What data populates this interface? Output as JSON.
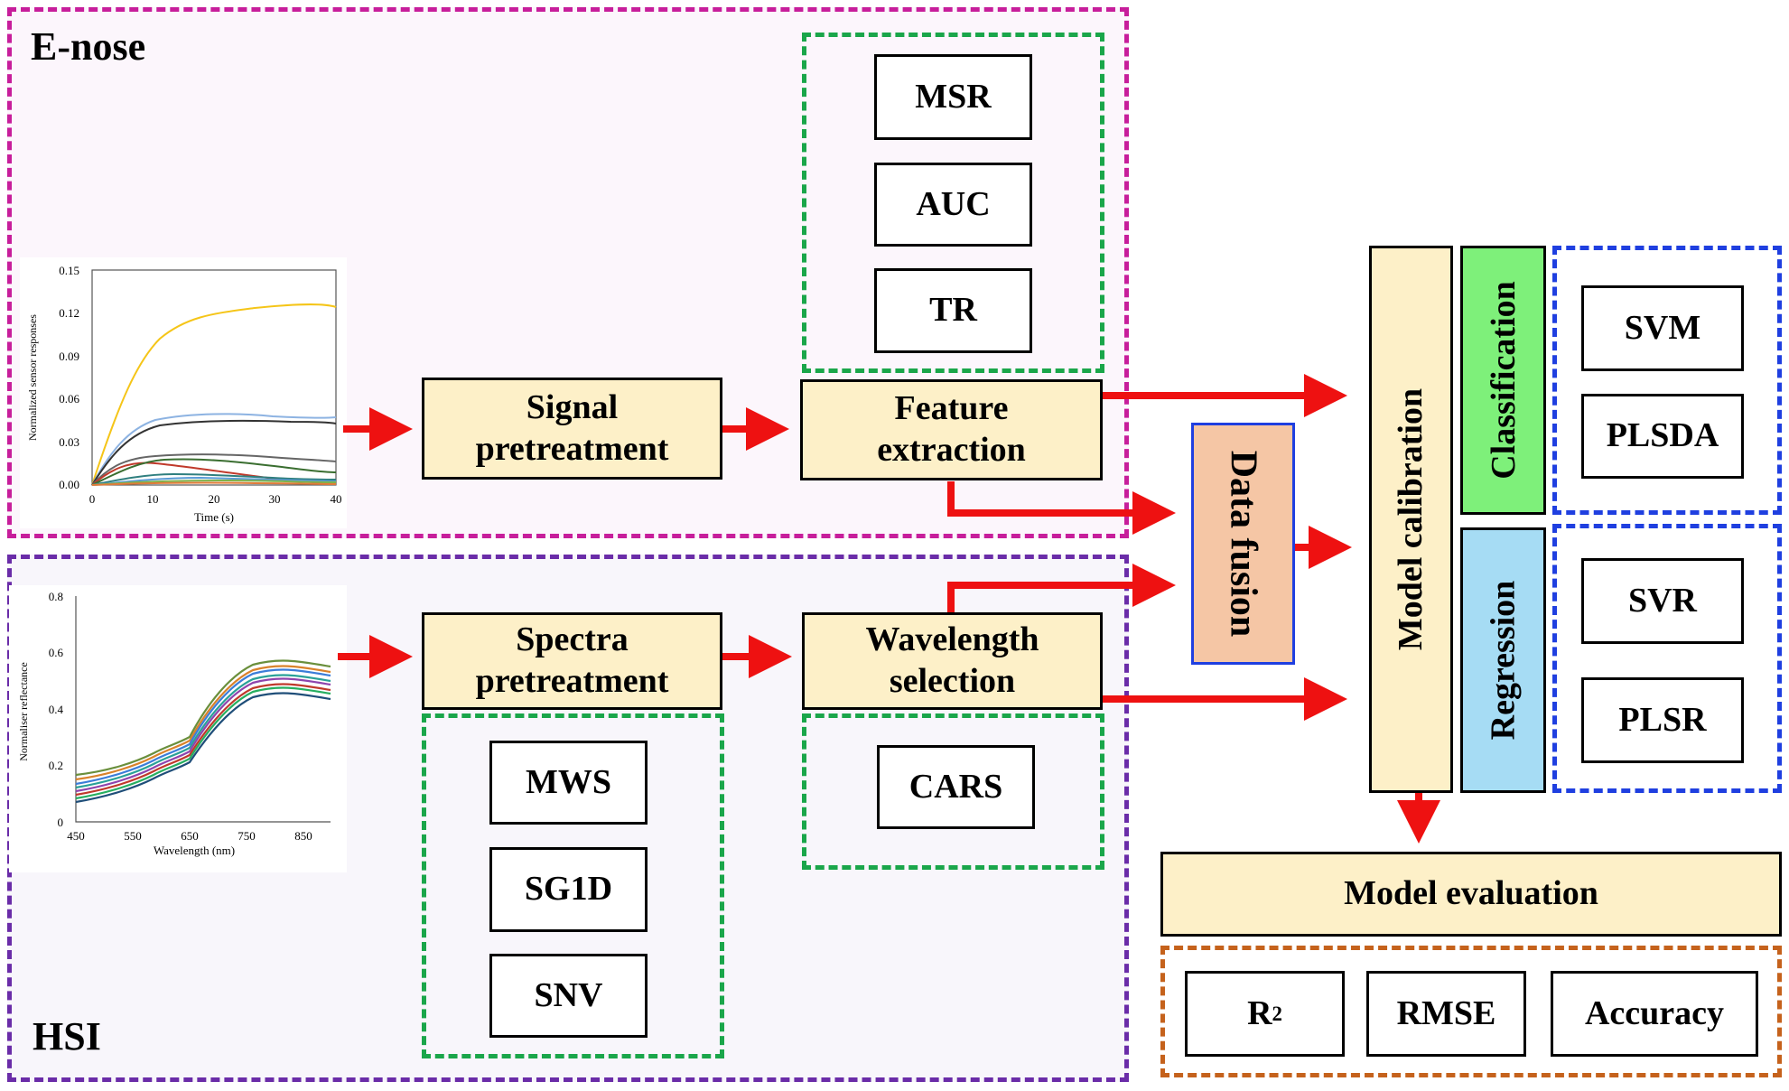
{
  "sections": {
    "enose_label": "E-nose",
    "hsi_label": "HSI"
  },
  "enose_plot": {
    "ylabel": "Normalized sensor responses",
    "xlabel": "Time (s)",
    "yticks": [
      "0.15",
      "0.12",
      "0.09",
      "0.06",
      "0.03",
      "0.00"
    ],
    "xticks": [
      "0",
      "10",
      "20",
      "30",
      "40"
    ]
  },
  "hsi_plot": {
    "ylabel": "Normaliser reflectance",
    "xlabel": "Wavelength (nm)",
    "yticks": [
      "0.8",
      "0.6",
      "0.4",
      "0.2",
      "0"
    ],
    "xticks": [
      "450",
      "550",
      "650",
      "750",
      "850"
    ]
  },
  "enose_flow": {
    "signal_pretreatment": "Signal pretreatment",
    "feature_extraction": "Feature extraction",
    "features": [
      "MSR",
      "AUC",
      "TR"
    ]
  },
  "hsi_flow": {
    "spectra_pretreatment": "Spectra pretreatment",
    "wavelength_selection": "Wavelength selection",
    "pretreatments": [
      "MWS",
      "SG1D",
      "SNV"
    ],
    "selection_methods": [
      "CARS"
    ]
  },
  "fusion": {
    "data_fusion": "Data fusion"
  },
  "modeling": {
    "model_calibration": "Model calibration",
    "classification": "Classification",
    "regression": "Regression",
    "classification_models": [
      "SVM",
      "PLSDA"
    ],
    "regression_models": [
      "SVR",
      "PLSR"
    ],
    "model_evaluation": "Model evaluation",
    "metrics": [
      "R",
      "RMSE",
      "Accuracy"
    ],
    "r_superscript": "2"
  },
  "colors": {
    "arrow": "#ee1111",
    "stage_fill": "#fdf0c8",
    "fusion_fill": "#f5c6a5",
    "classification_fill": "#7ef07a",
    "regression_fill": "#a6dcf4",
    "enose_border": "#c71e9b",
    "hsi_border": "#6a2ca8",
    "method_border": "#1aa64a",
    "model_border": "#1f3fe0",
    "metric_border": "#c5621c"
  }
}
